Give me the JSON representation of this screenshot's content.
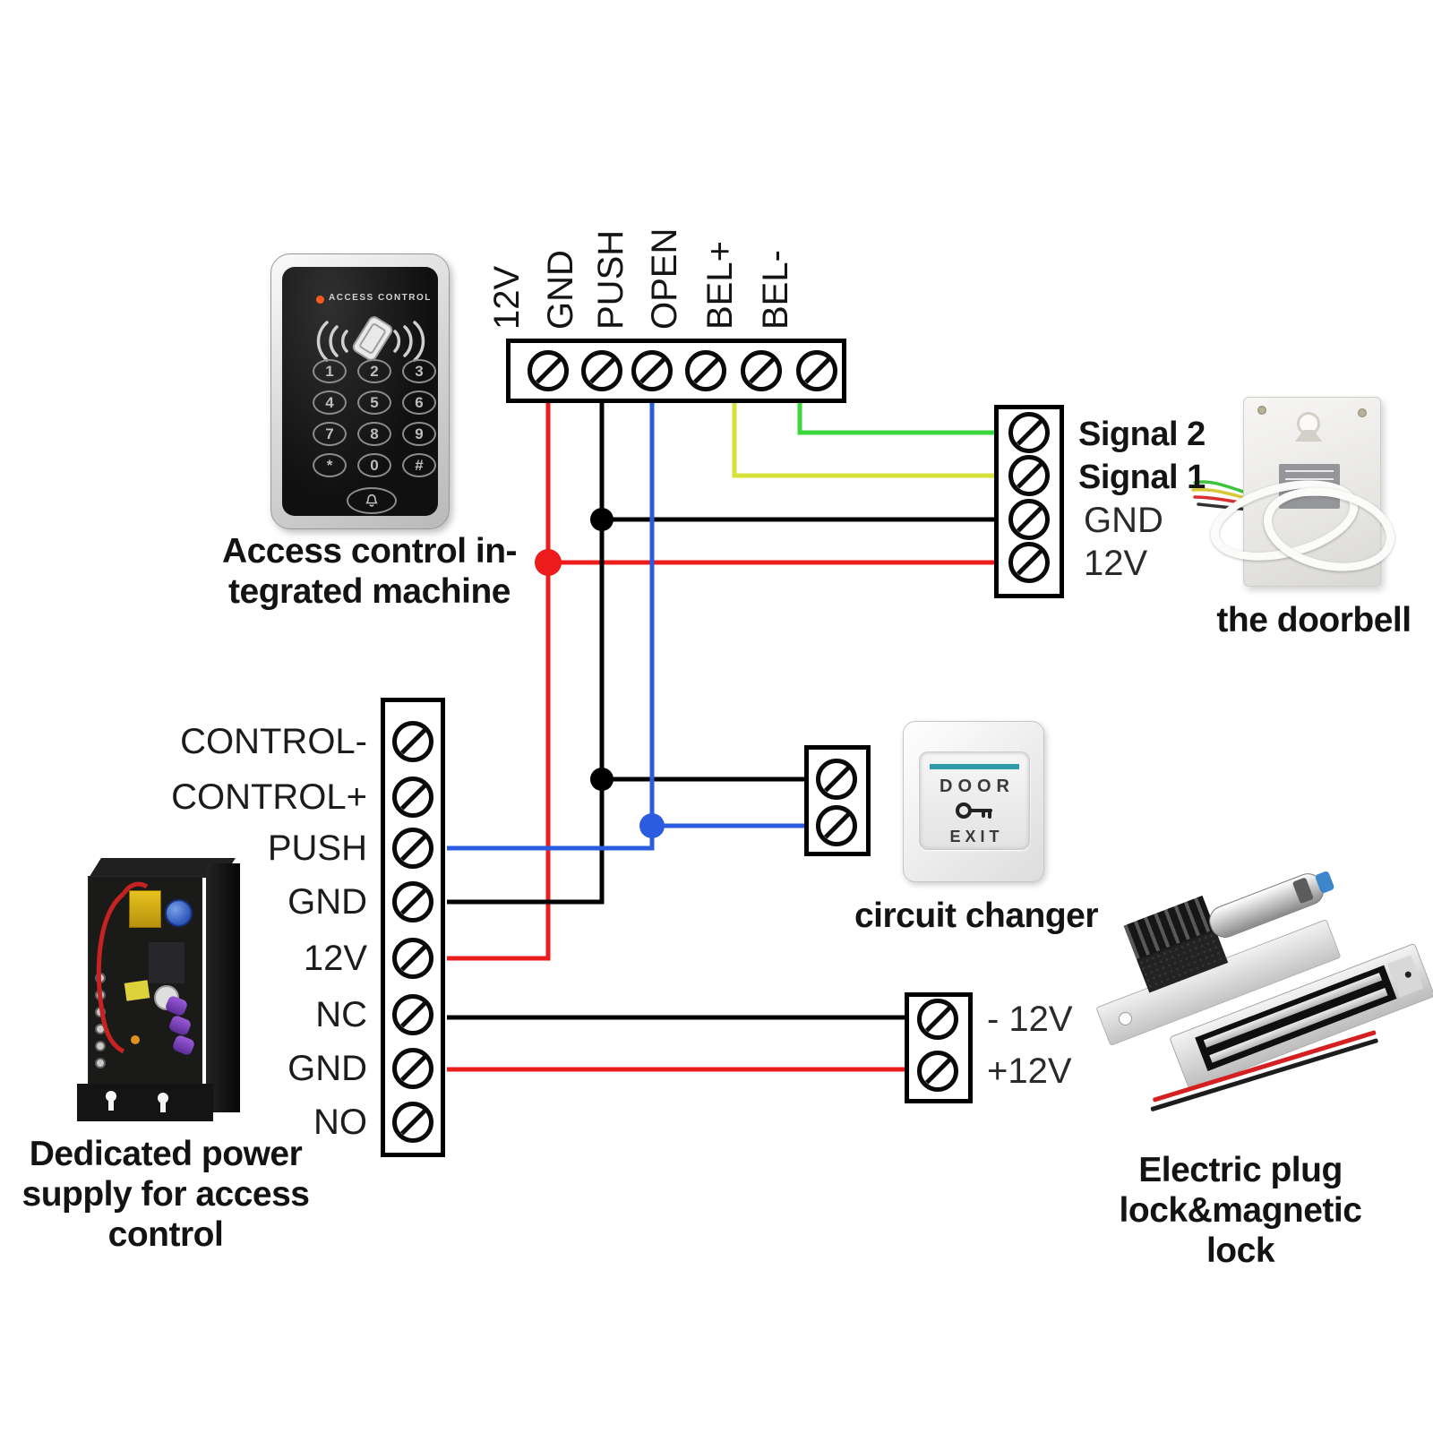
{
  "page": {
    "background": "#ffffff"
  },
  "colors": {
    "wire_red": "#ed1c1c",
    "wire_black": "#000000",
    "wire_blue": "#2b5ce0",
    "wire_yellow": "#d8e03a",
    "wire_green": "#3cd63c",
    "accent_teal": "#2f9aa8",
    "led_orange": "#ff5a1e"
  },
  "keypad": {
    "brand": "ACCESS CONTROL",
    "keys": [
      "1",
      "2",
      "3",
      "4",
      "5",
      "6",
      "7",
      "8",
      "9",
      "*",
      "0",
      "#"
    ],
    "icons": [
      "led-indicator",
      "rfid-waves-icon",
      "rfid-card-icon",
      "bell-icon"
    ],
    "caption": [
      "Access control in-",
      "tegrated machine"
    ]
  },
  "top_block": {
    "labels": [
      "12V",
      "GND",
      "PUSH",
      "OPEN",
      "BEL+",
      "BEL-"
    ]
  },
  "middle_block": {
    "labels": [
      "CONTROL-",
      "CONTROL+",
      "PUSH",
      "GND",
      "12V",
      "NC",
      "GND",
      "NO"
    ]
  },
  "doorbell_block": {
    "labels": [
      "Signal 2",
      "Signal 1",
      "GND",
      "12V"
    ]
  },
  "doorbell": {
    "caption": "the doorbell"
  },
  "power_supply": {
    "caption": [
      "Dedicated power",
      "supply for access",
      "control"
    ]
  },
  "exit_button": {
    "label_top": "DOOR",
    "label_bottom": "EXIT",
    "icon": "key-icon",
    "caption": "circuit changer"
  },
  "lock_block": {
    "labels": [
      "- 12V",
      "+12V"
    ]
  },
  "lock": {
    "caption": [
      "Electric plug",
      "lock&magnetic",
      "lock"
    ]
  }
}
